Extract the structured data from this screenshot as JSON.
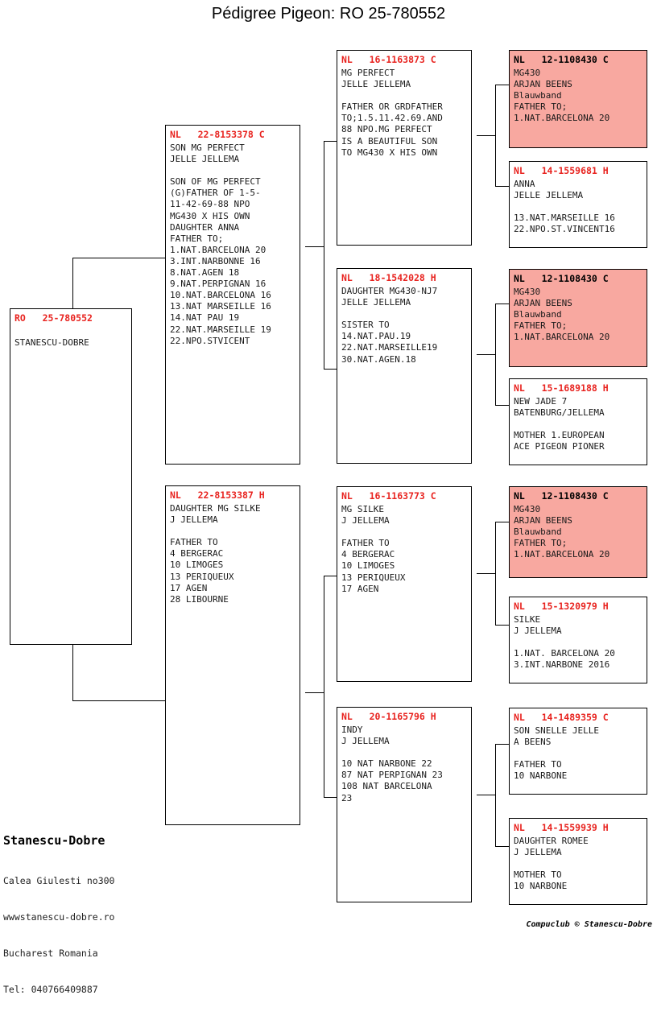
{
  "page": {
    "title": "Pédigree Pigeon: RO  25-780552",
    "background": "#ffffff",
    "header_red": "#e8231f",
    "pink_fill": "#f8a8a0"
  },
  "subject": {
    "ring": "RO   25-780552",
    "body": "\nSTANESCU-DOBRE"
  },
  "gen1": [
    {
      "name": "sire",
      "ring": "NL   22-8153378 C",
      "body": "SON MG PERFECT\nJELLE JELLEMA\n\nSON OF MG PERFECT\n(G)FATHER OF 1-5-\n11-42-69-88 NPO\nMG430 X HIS OWN\nDAUGHTER ANNA\nFATHER TO;\n1.NAT.BARCELONA 20\n3.INT.NARBONNE 16\n8.NAT.AGEN 18\n9.NAT.PERPIGNAN 16\n10.NAT.BARCELONA 16\n13.NAT MARSEILLE 16\n14.NAT PAU 19\n22.NAT.MARSEILLE 19\n22.NPO.STVICENT",
      "pink": false
    },
    {
      "name": "dam",
      "ring": "NL   22-8153387 H",
      "body": "DAUGHTER MG SILKE\nJ JELLEMA\n\nFATHER TO\n4 BERGERAC\n10 LIMOGES\n13 PERIQUEUX\n17 AGEN\n28 LIBOURNE",
      "pink": false
    }
  ],
  "gen2": [
    {
      "name": "paternal-grandsire",
      "ring": "NL   16-1163873 C",
      "body": "MG PERFECT\nJELLE JELLEMA\n\nFATHER OR GRDFATHER\nTO;1.5.11.42.69.AND\n88 NPO.MG PERFECT\nIS A BEAUTIFUL SON\nTO MG430 X HIS OWN",
      "pink": false
    },
    {
      "name": "paternal-granddam",
      "ring": "NL   18-1542028 H",
      "body": "DAUGHTER MG430-NJ7\nJELLE JELLEMA\n\nSISTER TO\n14.NAT.PAU.19\n22.NAT.MARSEILLE19\n30.NAT.AGEN.18",
      "pink": false
    },
    {
      "name": "maternal-grandsire",
      "ring": "NL   16-1163773 C",
      "body": "MG SILKE\nJ JELLEMA\n\nFATHER TO\n4 BERGERAC\n10 LIMOGES\n13 PERIQUEUX\n17 AGEN",
      "pink": false
    },
    {
      "name": "maternal-granddam",
      "ring": "NL   20-1165796 H",
      "body": "INDY\nJ JELLEMA\n\n10 NAT NARBONE 22\n87 NAT PERPIGNAN 23\n108 NAT BARCELONA\n23",
      "pink": false
    }
  ],
  "gen3": [
    {
      "name": "great-grandparent-1",
      "ring": "NL   12-1108430 C",
      "body": "MG430\nARJAN BEENS\nBlauwband\nFATHER TO;\n1.NAT.BARCELONA 20",
      "pink": true
    },
    {
      "name": "great-grandparent-2",
      "ring": "NL   14-1559681 H",
      "body": "ANNA\nJELLE JELLEMA\n\n13.NAT.MARSEILLE 16\n22.NPO.ST.VINCENT16",
      "pink": false
    },
    {
      "name": "great-grandparent-3",
      "ring": "NL   12-1108430 C",
      "body": "MG430\nARJAN BEENS\nBlauwband\nFATHER TO;\n1.NAT.BARCELONA 20",
      "pink": true
    },
    {
      "name": "great-grandparent-4",
      "ring": "NL   15-1689188 H",
      "body": "NEW JADE 7\nBATENBURG/JELLEMA\n\nMOTHER 1.EUROPEAN\nACE PIGEON PIONER",
      "pink": false
    },
    {
      "name": "great-grandparent-5",
      "ring": "NL   12-1108430 C",
      "body": "MG430\nARJAN BEENS\nBlauwband\nFATHER TO;\n1.NAT.BARCELONA 20",
      "pink": true
    },
    {
      "name": "great-grandparent-6",
      "ring": "NL   15-1320979 H",
      "body": "SILKE\nJ JELLEMA\n\n1.NAT. BARCELONA 20\n3.INT.NARBONE 2016",
      "pink": false
    },
    {
      "name": "great-grandparent-7",
      "ring": "NL   14-1489359 C",
      "body": "SON SNELLE JELLE\nA BEENS\n\nFATHER TO\n10 NARBONE",
      "pink": false
    },
    {
      "name": "great-grandparent-8",
      "ring": "NL   14-1559939 H",
      "body": "DAUGHTER ROMEE\nJ JELLEMA\n\nMOTHER TO\n10 NARBONE",
      "pink": false
    }
  ],
  "footer": {
    "loft_name": "Stanescu-Dobre",
    "address": "Calea Giulesti no300",
    "website": "wwwstanescu-dobre.ro",
    "city": "Bucharest Romania",
    "phone": "Tel: 040766409887"
  },
  "credit": "Compuclub © Stanescu-Dobre"
}
